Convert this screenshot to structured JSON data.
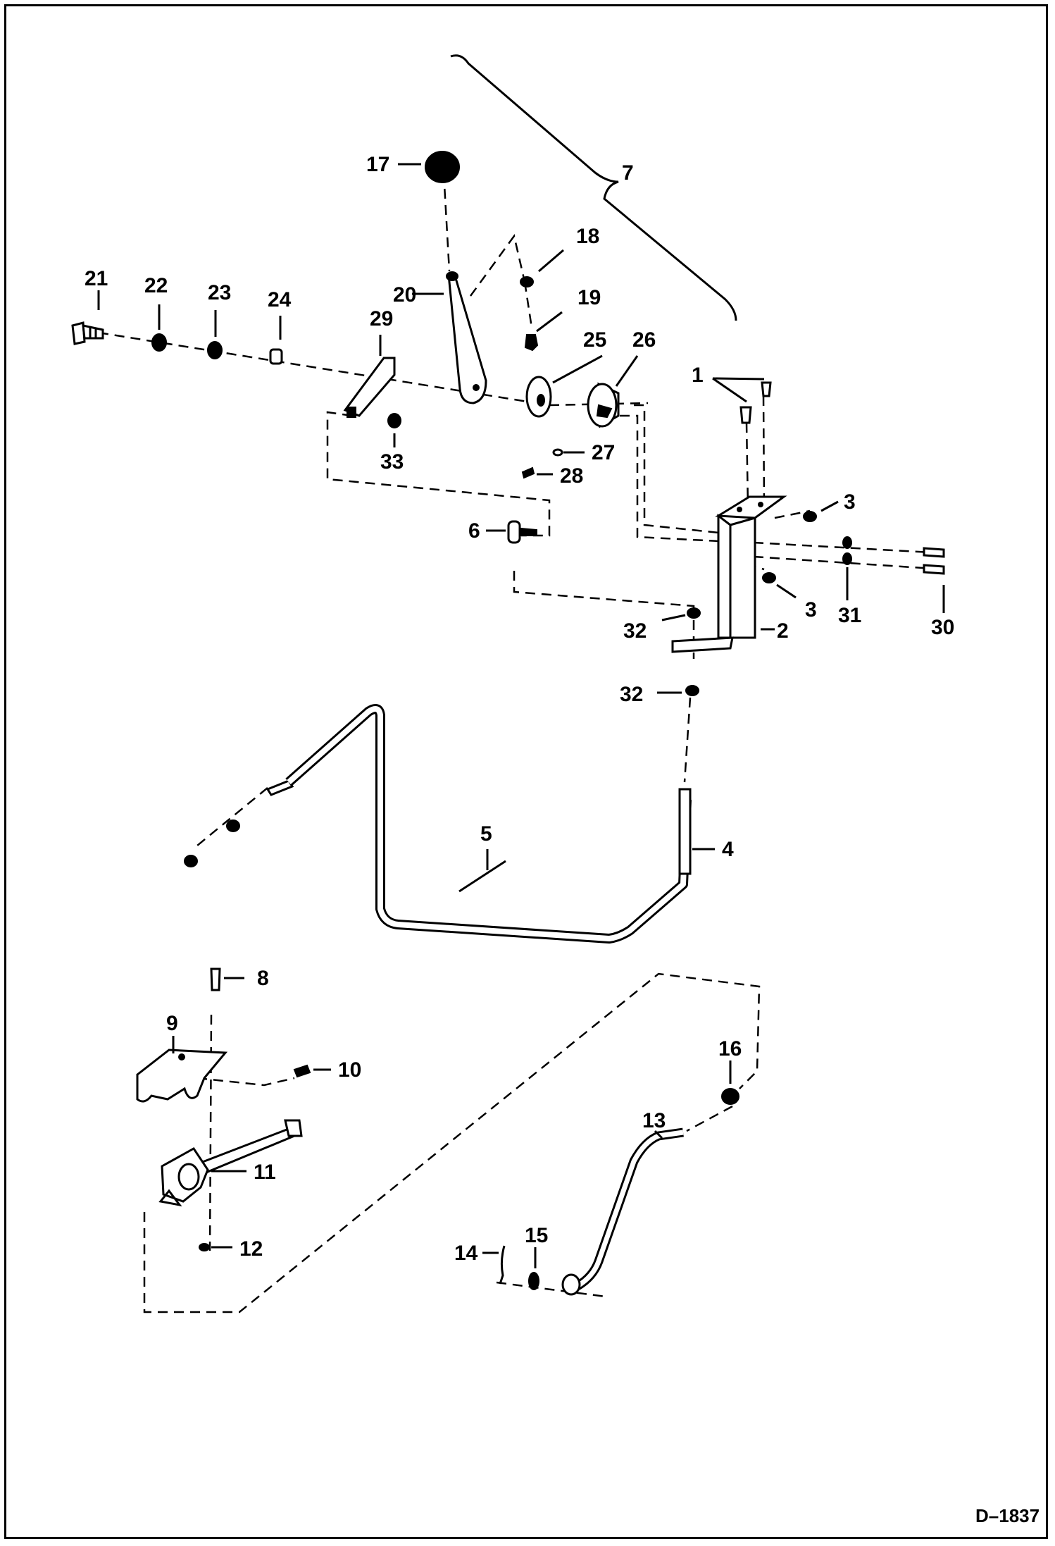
{
  "callouts": {
    "c1": "1",
    "c2": "2",
    "c3a": "3",
    "c3b": "3",
    "c4": "4",
    "c5": "5",
    "c6": "6",
    "c7": "7",
    "c8": "8",
    "c9": "9",
    "c10": "10",
    "c11": "11",
    "c12": "12",
    "c13": "13",
    "c14": "14",
    "c15": "15",
    "c16": "16",
    "c17": "17",
    "c18": "18",
    "c19": "19",
    "c20": "20",
    "c21": "21",
    "c22": "22",
    "c23": "23",
    "c24": "24",
    "c25": "25",
    "c26": "26",
    "c27": "27",
    "c28": "28",
    "c29": "29",
    "c30": "30",
    "c31": "31",
    "c32a": "32",
    "c32b": "32",
    "c33": "33"
  },
  "figure_code": "D–1837"
}
